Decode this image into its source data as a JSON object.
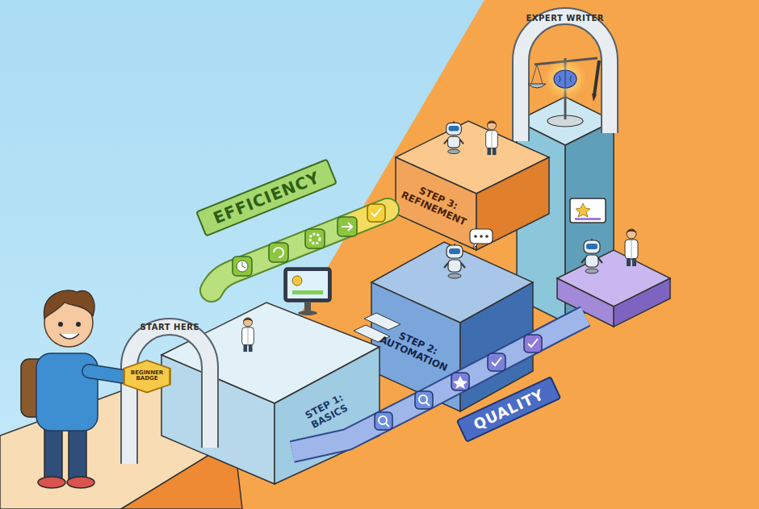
{
  "diagram": {
    "nodes": [
      {
        "text": [
          "BEGINNER BADGE"
        ]
      },
      {
        "text": [
          "EFFICIENCY"
        ]
      },
      {
        "text": [
          "STEP 1: BASICS"
        ]
      },
      {
        "text": [
          "STEP 2: AUTOMATION"
        ]
      },
      {
        "text": [
          "STEP 3: REFINEMENT"
        ]
      },
      {
        "text": [
          "QUALITY"
        ]
      }
    ],
    "labels": [
      "START HERE",
      "EXPERT WRITER"
    ]
  }
}
